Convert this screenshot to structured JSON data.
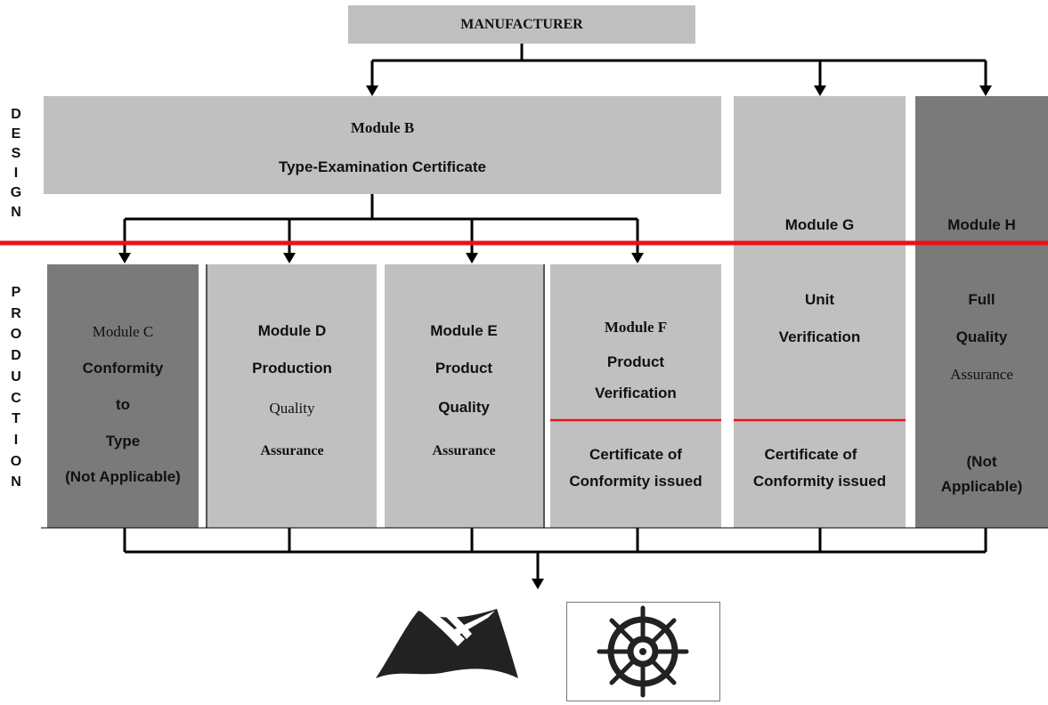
{
  "manufacturer": "MANUFACTURER",
  "side_labels": {
    "design": "DESIGN",
    "production": "PRODUCTION"
  },
  "module_b": {
    "title": "Module B",
    "subtitle": "Type-Examination Certificate"
  },
  "module_c": {
    "title": "Module C",
    "line1": "Conformity",
    "line2": "to",
    "line3": "Type",
    "note": "(Not Applicable)"
  },
  "module_d": {
    "title": "Module D",
    "line1": "Production",
    "line2": "Quality",
    "line3": "Assurance"
  },
  "module_e": {
    "title": "Module E",
    "line1": "Product",
    "line2": "Quality",
    "line3": "Assurance"
  },
  "module_f": {
    "title": "Module F",
    "line1": "Product",
    "line2": "Verification",
    "cert1": "Certificate of",
    "cert2": "Conformity issued"
  },
  "module_g": {
    "title": "Module G",
    "line1": "Unit",
    "line2": "Verification",
    "cert1": "Certificate of",
    "cert2": "Conformity issued"
  },
  "module_h": {
    "title": "Module H",
    "line1": "Full",
    "line2": "Quality",
    "line3": "Assurance",
    "note1": "(Not",
    "note2": "Applicable)"
  },
  "icons": [
    "flag-mark-icon",
    "ship-wheel-icon"
  ],
  "colors": {
    "light_box": "#c0c0c0",
    "dark_box": "#7a7a7a",
    "divider_line": "#e8131a",
    "connector": "#000000"
  }
}
